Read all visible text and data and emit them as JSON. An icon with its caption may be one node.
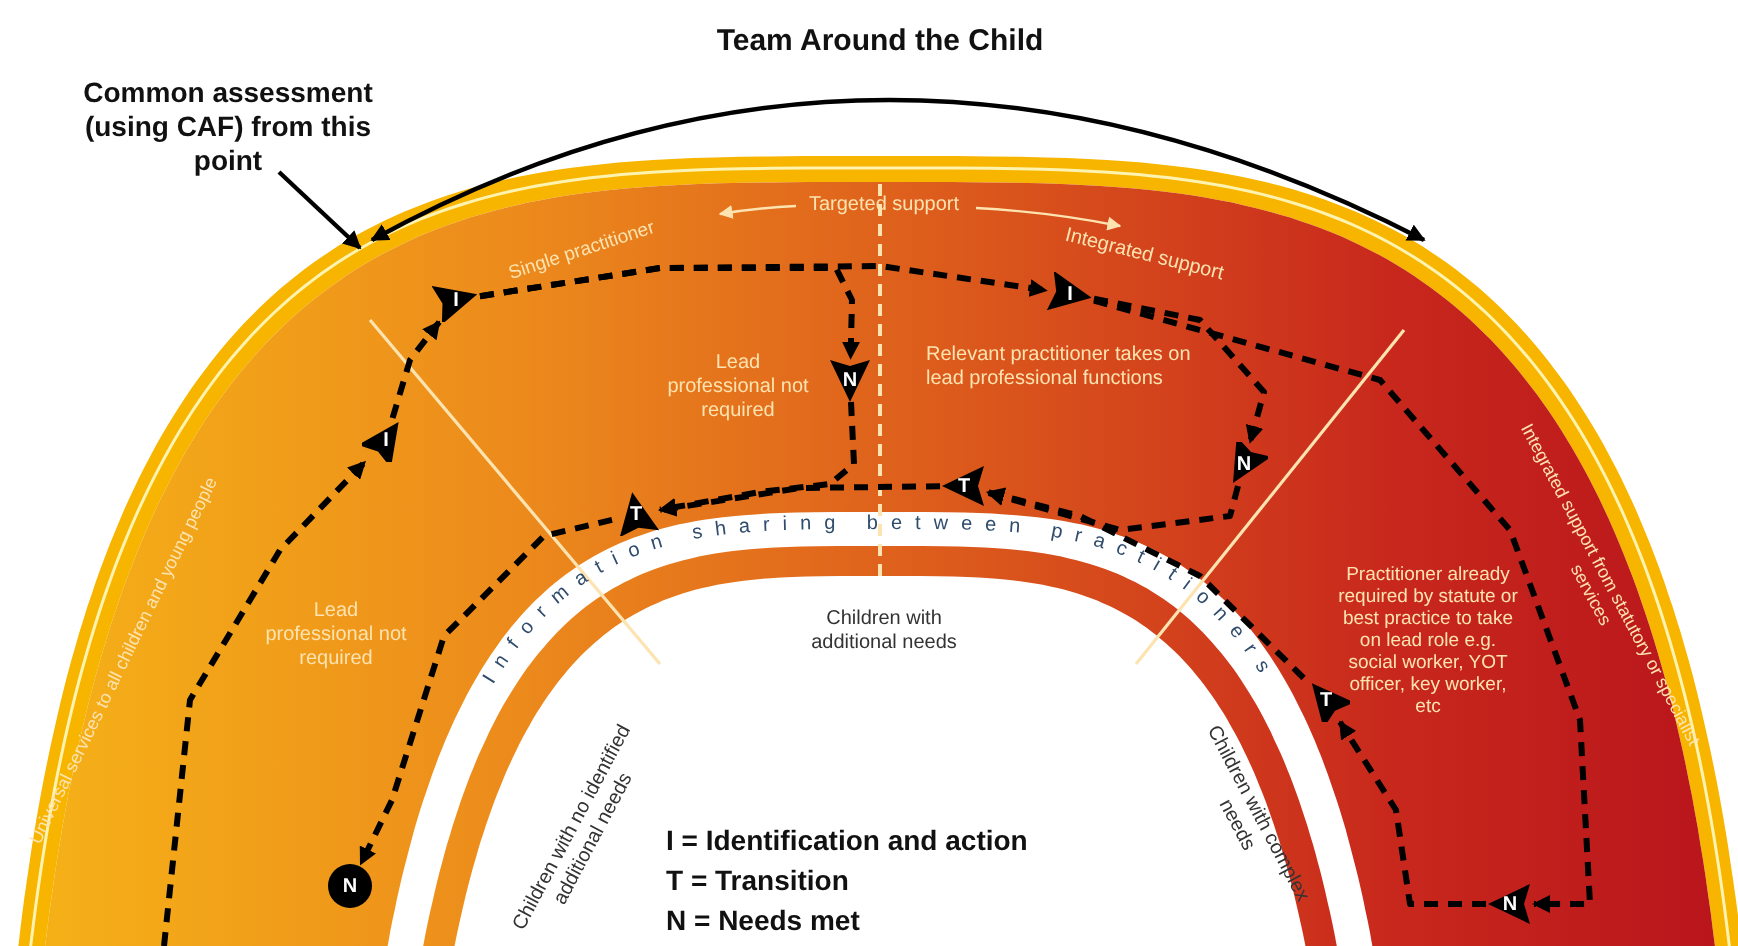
{
  "diagram": {
    "title": "Team Around the Child",
    "nodes": [
      {
        "text": [
          "I"
        ]
      },
      {
        "text": [
          "I"
        ]
      },
      {
        "text": [
          "N"
        ]
      },
      {
        "text": [
          "I"
        ]
      },
      {
        "text": [
          "T"
        ]
      },
      {
        "text": [
          "T"
        ]
      },
      {
        "text": [
          "N"
        ]
      },
      {
        "text": [
          "T"
        ]
      },
      {
        "text": [
          "N"
        ]
      },
      {
        "text": [
          "N"
        ]
      },
      {
        "text": [
          "Common assessment (using CAF) from this point"
        ]
      }
    ],
    "edges": [
      {
        "from": null,
        "to": 0,
        "arrow": "to",
        "style": "dashed"
      },
      {
        "from": 0,
        "to": 1,
        "arrow": "to",
        "style": "dashed"
      },
      {
        "from": 1,
        "to": 2,
        "arrow": "to",
        "style": "dashed"
      },
      {
        "from": 1,
        "to": 3,
        "arrow": "to",
        "style": "dashed"
      },
      {
        "from": 2,
        "to": 4,
        "arrow": "to",
        "style": "dashed"
      },
      {
        "from": 3,
        "to": 6,
        "arrow": "to",
        "style": "dashed"
      },
      {
        "from": 6,
        "to": 5,
        "arrow": "to",
        "style": "dashed"
      },
      {
        "from": 3,
        "to": 9,
        "arrow": "to",
        "style": "dashed"
      },
      {
        "from": 9,
        "to": 7,
        "arrow": "to",
        "style": "dashed"
      },
      {
        "from": 7,
        "to": 5,
        "arrow": "to",
        "style": "dashed"
      },
      {
        "from": 5,
        "to": 4,
        "arrow": "to",
        "style": "dashed"
      },
      {
        "from": 4,
        "to": 8,
        "arrow": "to",
        "style": "dashed"
      },
      {
        "from": 10,
        "to": null,
        "arrow": "to"
      }
    ],
    "labels": [
      "Targeted support",
      "Single practitioner",
      "Integrated support",
      "Lead professional not required",
      "Relevant practitioner takes on lead professional functions",
      "Universal services to all children and young people",
      "Lead professional not required",
      "Integrated support from statutory or specialist services",
      "Practitioner already required by statute or best practice to take on lead role e.g. social worker, YOT officer, key worker, etc",
      "Information sharing between practitioners",
      "Children with additional needs",
      "Children with no identified additional needs",
      "Children with complex needs",
      "I = Identification and action",
      "T = Transition",
      "N = Needs met"
    ]
  }
}
